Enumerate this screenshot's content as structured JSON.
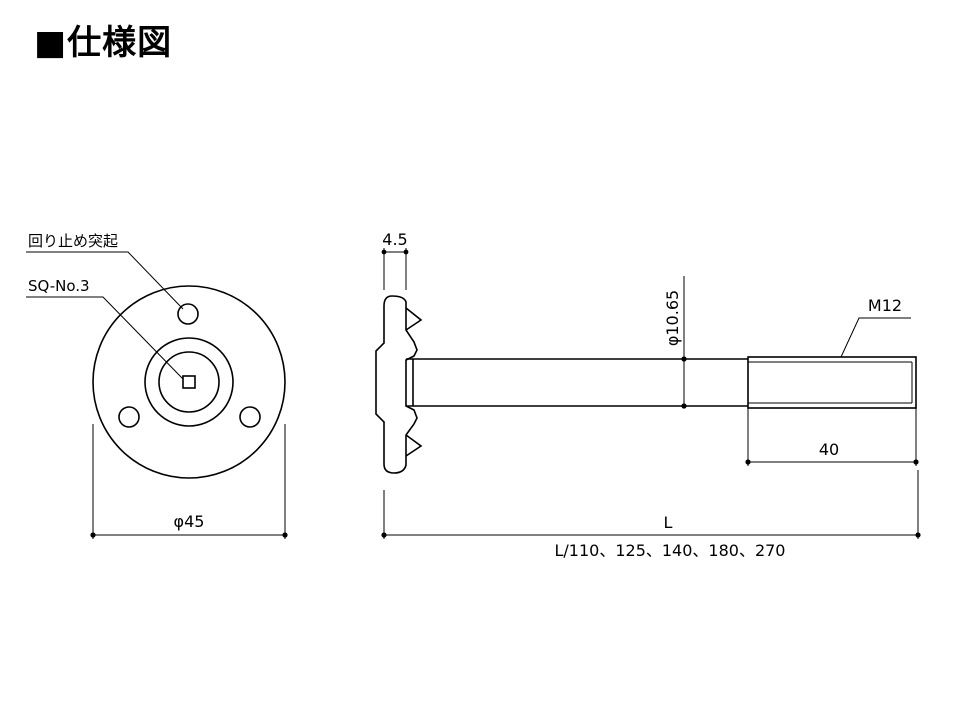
{
  "title": "■仕様図",
  "front_view": {
    "callout_anti_rotation": "回り止め突起",
    "callout_square": "SQ-No.3",
    "diameter": "φ45"
  },
  "side_view": {
    "flange_thickness": "4.5",
    "shaft_diameter": "φ10.65",
    "thread": "M12",
    "thread_length": "40",
    "length_label": "L",
    "length_options": "L/110、125、140、180、270"
  }
}
